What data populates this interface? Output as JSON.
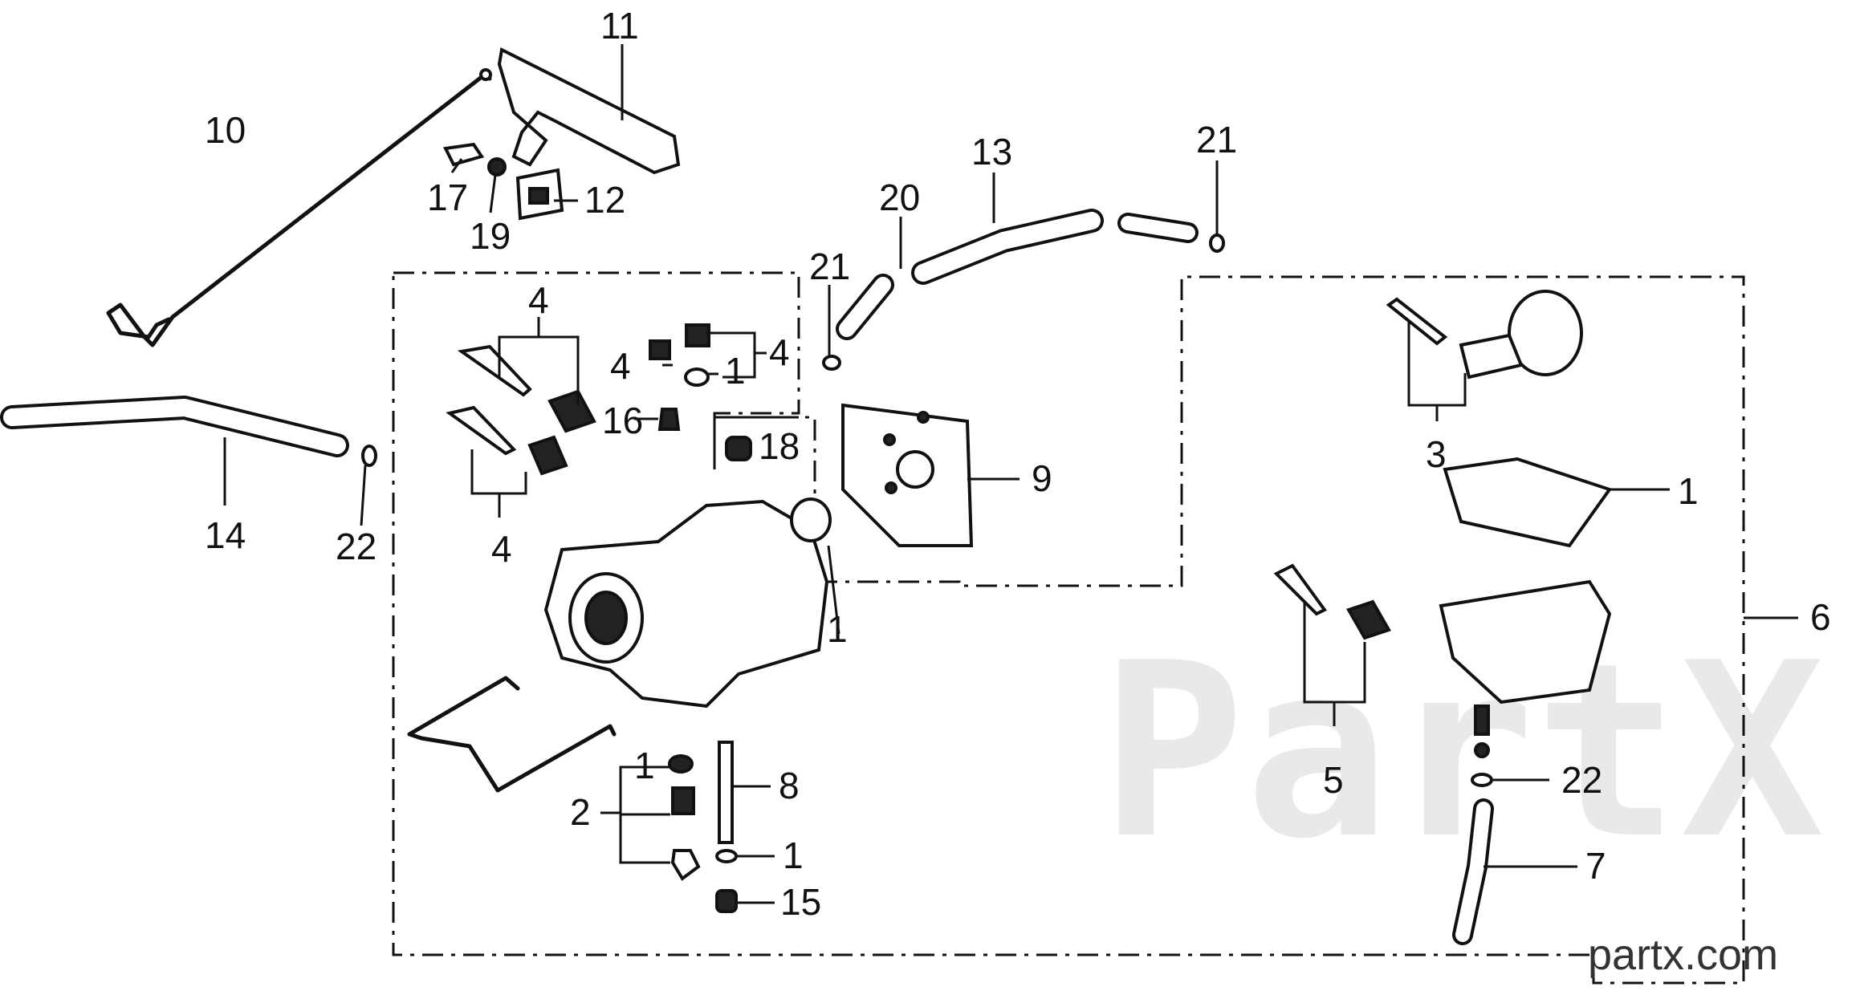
{
  "watermark": {
    "text": "PartX"
  },
  "brand": {
    "text": "partx.com"
  },
  "callouts": {
    "c10": "10",
    "c11": "11",
    "c17": "17",
    "c19": "19",
    "c12": "12",
    "c13": "13",
    "c20": "20",
    "c21a": "21",
    "c21b": "21",
    "c4a": "4",
    "c4b": "4",
    "c4c": "4",
    "c4d": "4",
    "c1a": "1",
    "c16": "16",
    "c18": "18",
    "c9": "9",
    "c14": "14",
    "c22a": "22",
    "c1b": "1",
    "c3": "3",
    "c1c": "1",
    "c6": "6",
    "c5": "5",
    "c22b": "22",
    "c7": "7",
    "c1d": "1",
    "c2": "2",
    "c8": "8",
    "c1e": "1",
    "c15": "15"
  },
  "colors": {
    "ink": "#111111",
    "watermark": "#e9e9e9",
    "brand": "#333333"
  }
}
